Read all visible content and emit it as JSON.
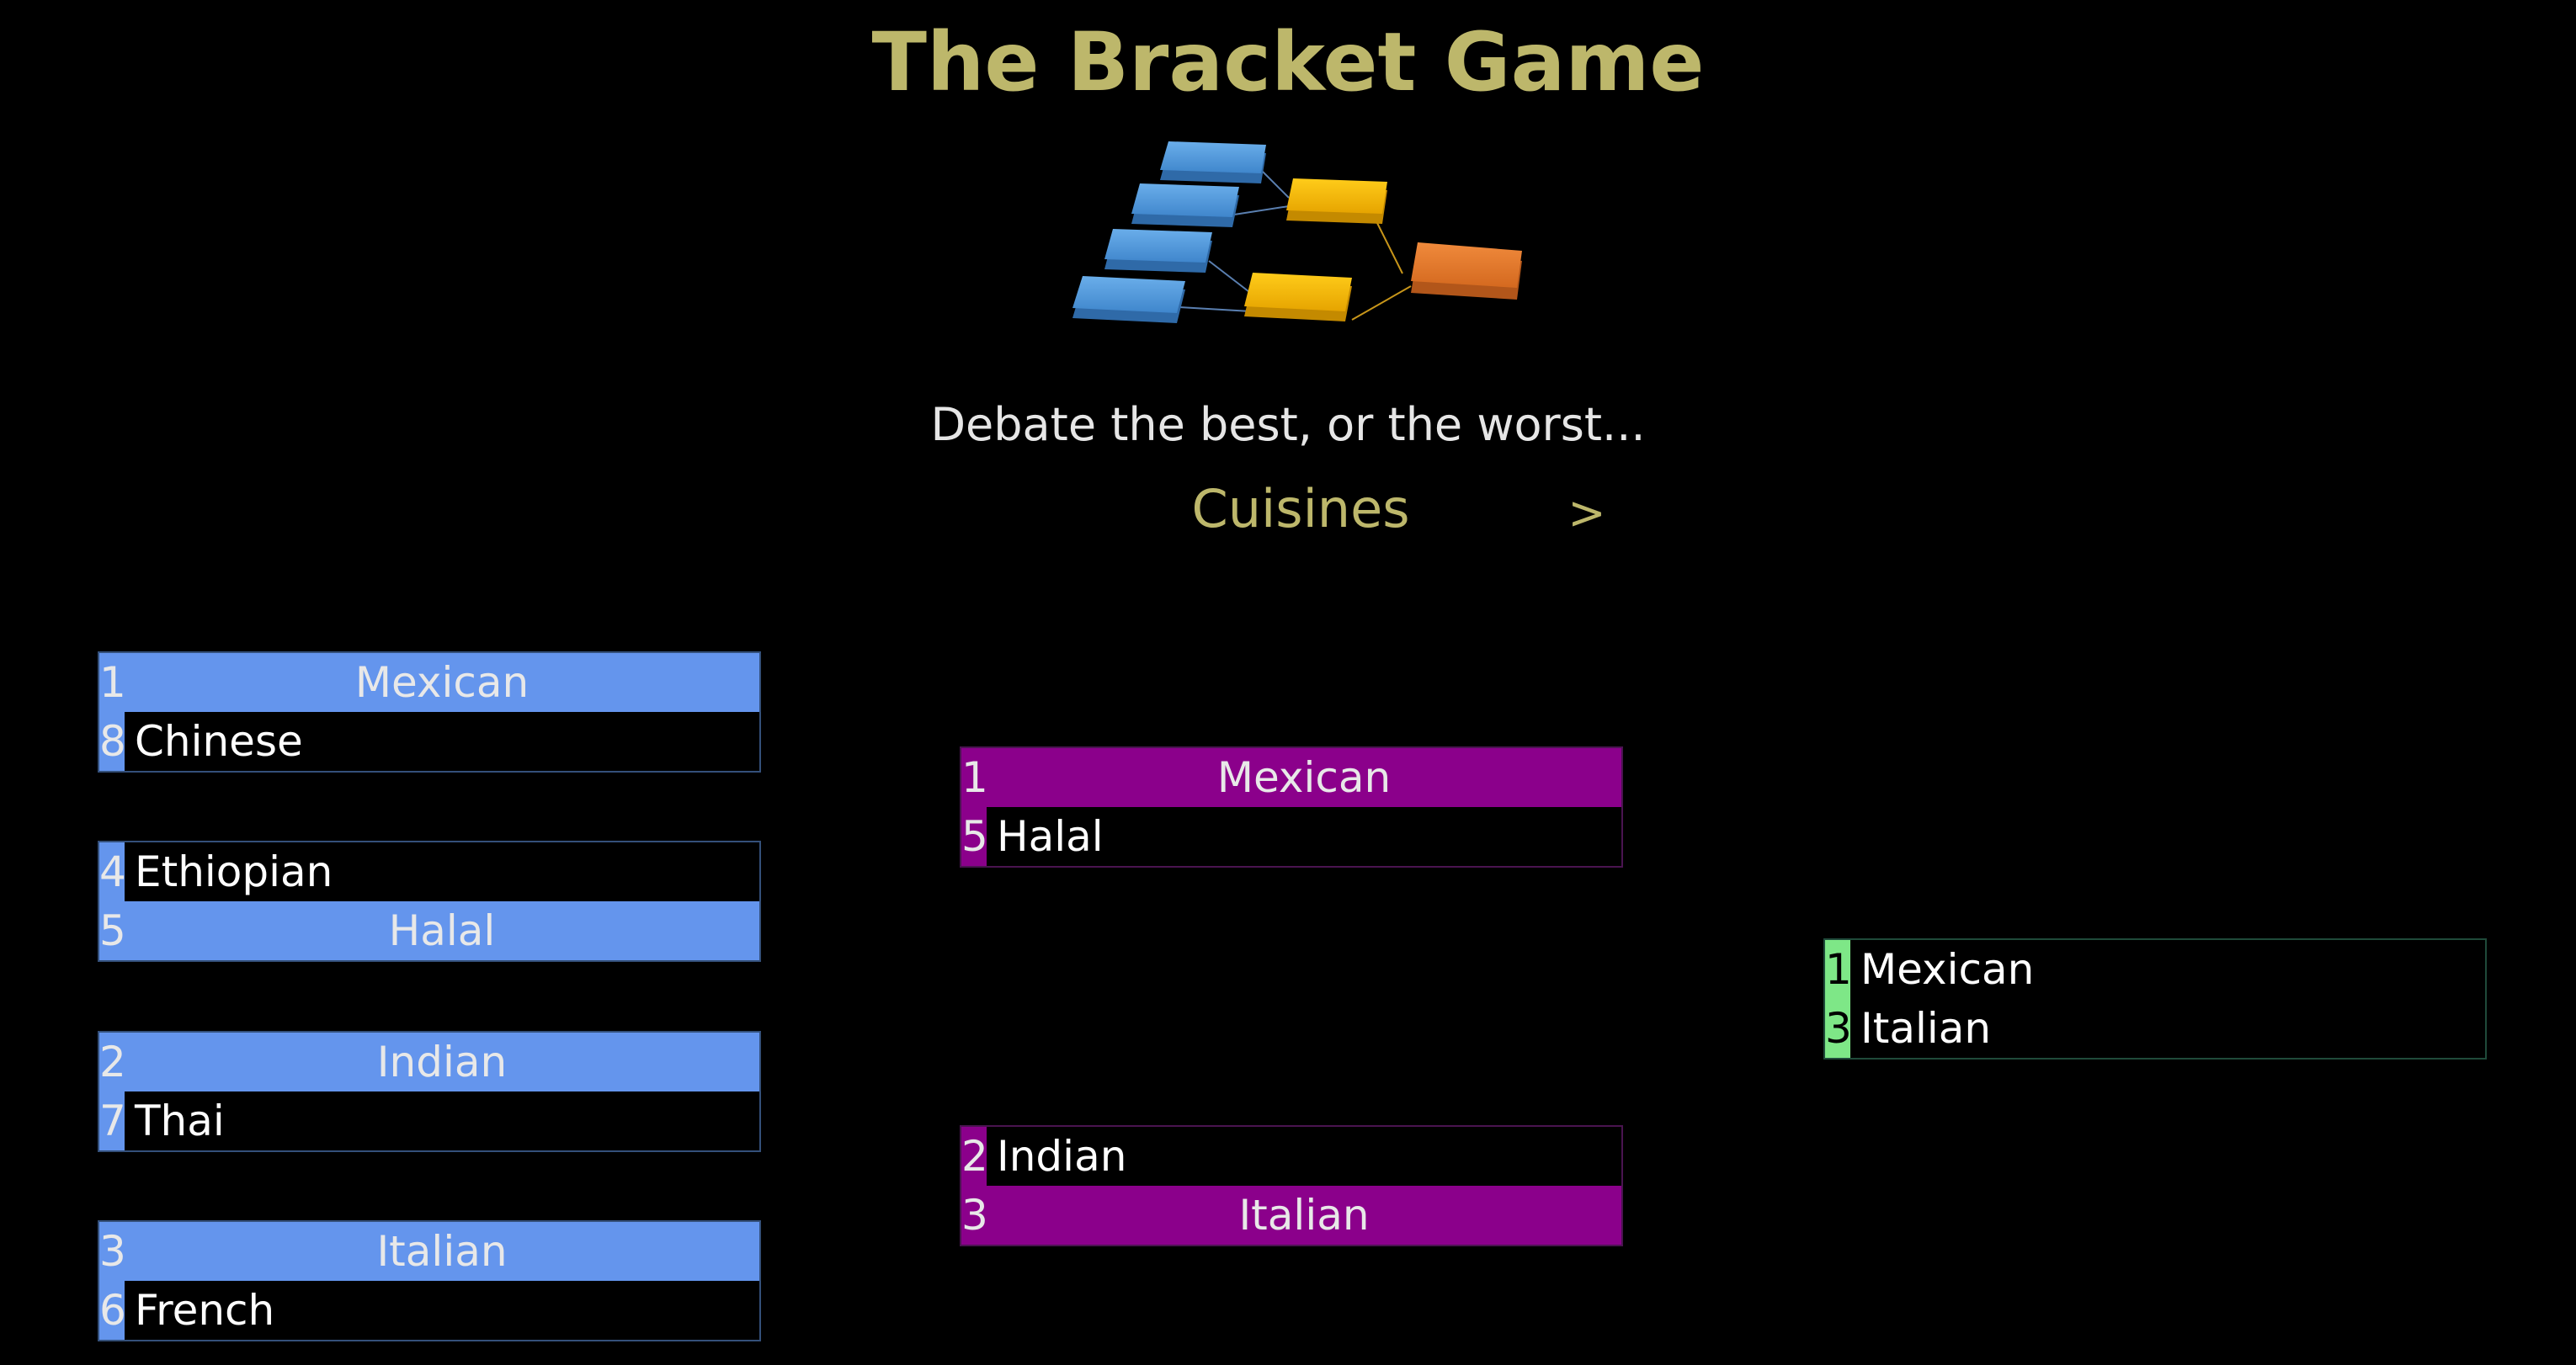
{
  "header": {
    "title": "The Bracket Game",
    "tagline": "Debate the best, or the worst...",
    "category": "Cuisines",
    "next_label": ">"
  },
  "colors": {
    "title": "#bdb76b",
    "tagline": "#e6e6e6",
    "round1": "#6495ed",
    "round2": "#8b008b",
    "round3": "#7ee787",
    "winner_text": "#e8e8e8",
    "plain_text": "#ffffff",
    "background": "#000000"
  },
  "logo": {
    "icon": "bracket-diagram-icon"
  },
  "bracket": {
    "round1": [
      {
        "top": {
          "seed": "1",
          "name": "Mexican",
          "winner": true
        },
        "bottom": {
          "seed": "8",
          "name": "Chinese",
          "winner": false
        }
      },
      {
        "top": {
          "seed": "4",
          "name": "Ethiopian",
          "winner": false
        },
        "bottom": {
          "seed": "5",
          "name": "Halal",
          "winner": true
        }
      },
      {
        "top": {
          "seed": "2",
          "name": "Indian",
          "winner": true
        },
        "bottom": {
          "seed": "7",
          "name": "Thai",
          "winner": false
        }
      },
      {
        "top": {
          "seed": "3",
          "name": "Italian",
          "winner": true
        },
        "bottom": {
          "seed": "6",
          "name": "French",
          "winner": false
        }
      }
    ],
    "round2": [
      {
        "top": {
          "seed": "1",
          "name": "Mexican",
          "winner": true
        },
        "bottom": {
          "seed": "5",
          "name": "Halal",
          "winner": false
        }
      },
      {
        "top": {
          "seed": "2",
          "name": "Indian",
          "winner": false
        },
        "bottom": {
          "seed": "3",
          "name": "Italian",
          "winner": true
        }
      }
    ],
    "round3": [
      {
        "top": {
          "seed": "1",
          "name": "Mexican",
          "winner": false
        },
        "bottom": {
          "seed": "3",
          "name": "Italian",
          "winner": false
        }
      }
    ]
  }
}
